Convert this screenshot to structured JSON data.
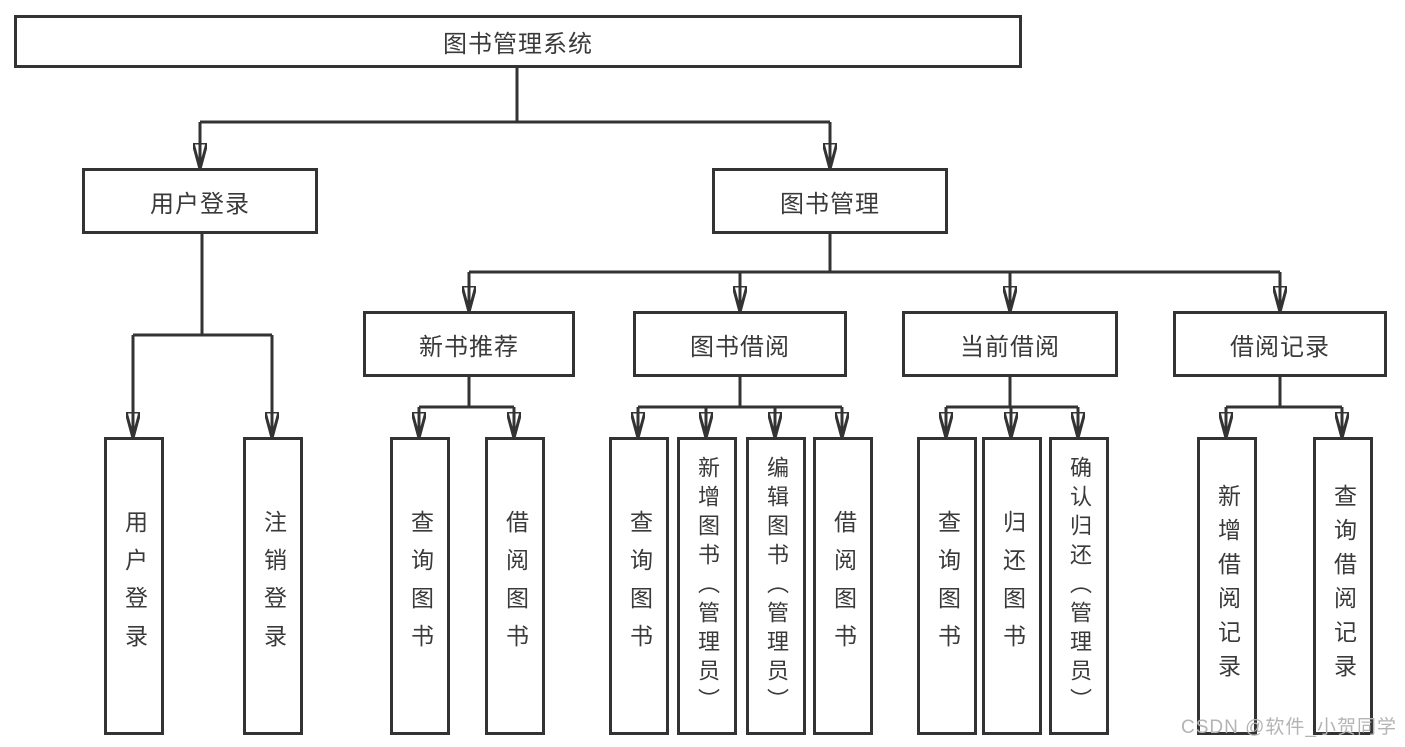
{
  "colors": {
    "background": "#ffffff",
    "box-bg": "#ffffff",
    "line": "#333333",
    "text": "#3a3a3a",
    "watermark": "#b4b4b4"
  },
  "tree": {
    "root": {
      "label": "图书管理系统"
    },
    "branches": [
      {
        "label": "用户登录",
        "leaves": [
          "用户登录",
          "注销登录"
        ]
      },
      {
        "label": "图书管理",
        "groups": [
          {
            "label": "新书推荐",
            "leaves": [
              "查询图书",
              "借阅图书"
            ]
          },
          {
            "label": "图书借阅",
            "leaves": [
              "查询图书",
              "新增图书（管理员）",
              "编辑图书（管理员）",
              "借阅图书"
            ]
          },
          {
            "label": "当前借阅",
            "leaves": [
              "查询图书",
              "归还图书",
              "确认归还（管理员）"
            ]
          },
          {
            "label": "借阅记录",
            "leaves": [
              "新增借阅记录",
              "查询借阅记录"
            ]
          }
        ]
      }
    ]
  },
  "watermark": {
    "text": "CSDN @软件_小贺同学"
  }
}
